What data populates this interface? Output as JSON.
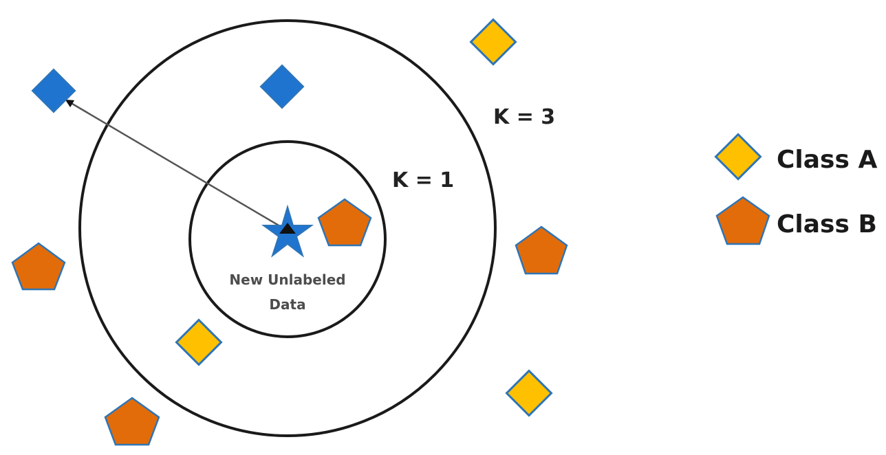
{
  "labels": {
    "k3": "K = 3",
    "k1": "K = 1",
    "new_data_line1": "New Unlabeled",
    "new_data_line2": "Data"
  },
  "legend": {
    "class_a": "Class A",
    "class_b": "Class B"
  },
  "colors": {
    "class_a_fill": "#FFC000",
    "class_b_fill": "#E36C0A",
    "unlabeled_fill": "#1F74D0",
    "shape_stroke": "#2E75B6",
    "circle_stroke": "#1a1a1a",
    "arrow_stroke": "#555555"
  },
  "icons": {
    "class_a": "yellow-diamond-icon",
    "class_b": "orange-pentagon-icon",
    "blue_point": "blue-diamond-icon",
    "new_point": "blue-star-icon"
  }
}
